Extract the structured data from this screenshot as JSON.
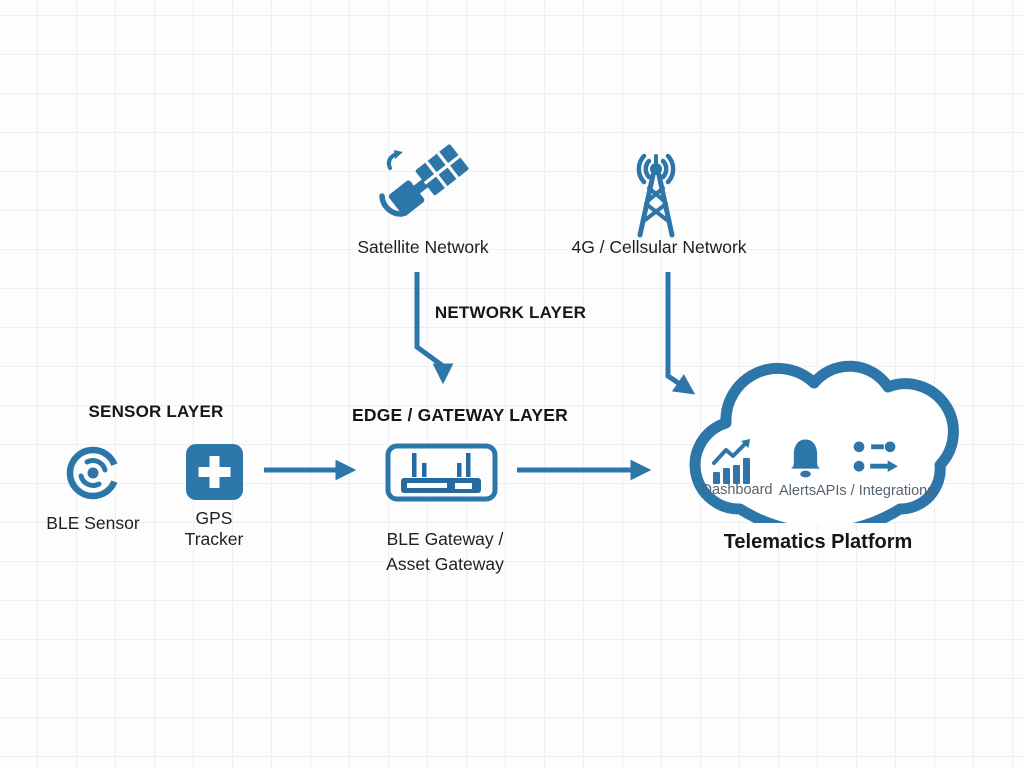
{
  "colors": {
    "accent_blue": "#2d76a9",
    "router_base_blue": "#256b9f",
    "text": "#1d2023",
    "muted_label": "#55626e",
    "grid_line": "#edf0f2",
    "background": "#fdfdfe"
  },
  "layers": {
    "sensor": {
      "heading": "SENSOR LAYER"
    },
    "network": {
      "heading": "NETWORK LAYER"
    },
    "edge": {
      "heading": "EDGE / GATEWAY LAYER"
    }
  },
  "nodes": {
    "satellite": {
      "label": "Satellite Network",
      "icon": "satellite-icon"
    },
    "cellular": {
      "label": "4G / Cellsular Network",
      "icon": "cell-tower-icon"
    },
    "ble_sensor": {
      "label": "BLE Sensor",
      "icon": "ble-beacon-icon"
    },
    "gps_tracker": {
      "label_line1": "GPS",
      "label_line2": "Tracker",
      "icon": "gps-tracker-icon"
    },
    "gateway": {
      "label_line1": "BLE Gateway /",
      "label_line2": "Asset Gateway",
      "icon": "router-icon"
    },
    "platform": {
      "label": "Telematics Platform",
      "icon": "cloud-icon",
      "features": [
        {
          "label": "Dashboard",
          "icon": "dashboard-chart-icon"
        },
        {
          "label": "Alerts",
          "icon": "alert-bell-icon"
        },
        {
          "label": "APIs / Integrations",
          "icon": "integrations-icon"
        }
      ]
    }
  }
}
